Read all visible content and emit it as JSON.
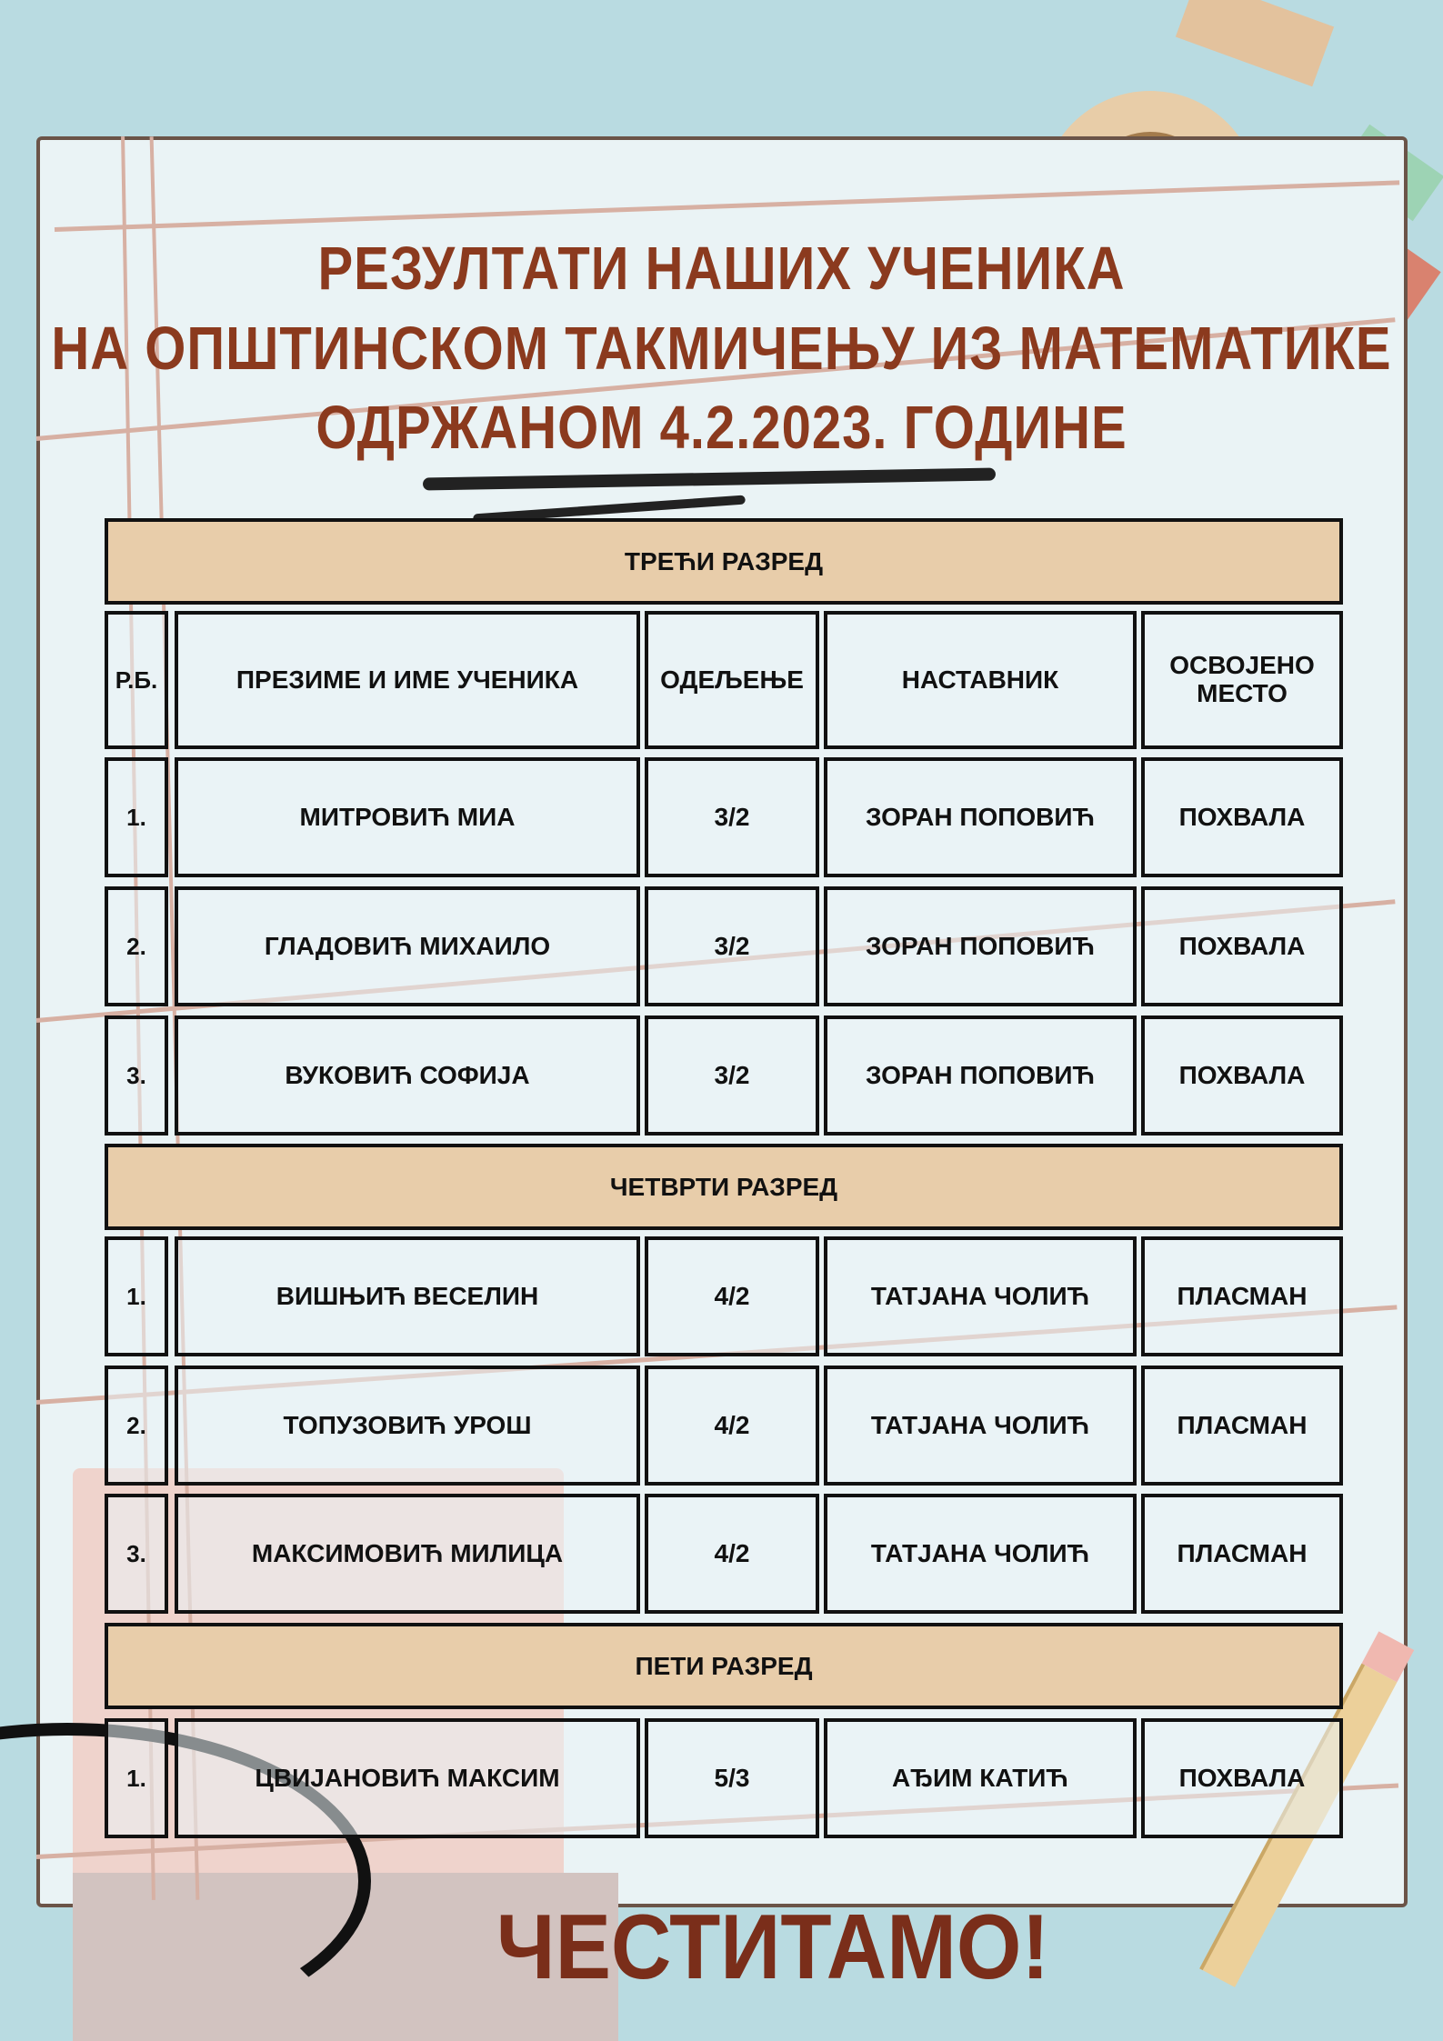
{
  "title": {
    "line1": "РЕЗУЛТАТИ НАШИХ УЧЕНИКА",
    "line2": "НА ОПШТИНСКОМ ТАКМИЧЕЊУ ИЗ МАТЕМАТИКЕ",
    "line3": "ОДРЖАНОМ 4.2.2023. ГОДИНЕ"
  },
  "columns": [
    "Р.Б.",
    "ПРЕЗИМЕ И ИМЕ УЧЕНИКА",
    "ОДЕЉЕЊЕ",
    "НАСТАВНИК",
    "ОСВОЈЕНО МЕСТО"
  ],
  "sections": [
    {
      "label": "ТРЕЋИ РАЗРЕД",
      "rows": [
        [
          "1.",
          "МИТРОВИЋ МИА",
          "3/2",
          "ЗОРАН ПОПОВИЋ",
          "ПОХВАЛА"
        ],
        [
          "2.",
          "ГЛАДОВИЋ МИХАИЛО",
          "3/2",
          "ЗОРАН ПОПОВИЋ",
          "ПОХВАЛА"
        ],
        [
          "3.",
          "ВУКОВИЋ СОФИЈА",
          "3/2",
          "ЗОРАН ПОПОВИЋ",
          "ПОХВАЛА"
        ]
      ]
    },
    {
      "label": "ЧЕТВРТИ РАЗРЕД",
      "rows": [
        [
          "1.",
          "ВИШЊИЋ ВЕСЕЛИН",
          "4/2",
          "ТАТЈАНА ЧОЛИЋ",
          "ПЛАСМАН"
        ],
        [
          "2.",
          "ТОПУЗОВИЋ УРОШ",
          "4/2",
          "ТАТЈАНА ЧОЛИЋ",
          "ПЛАСМАН"
        ],
        [
          "3.",
          "МАКСИМОВИЋ МИЛИЦА",
          "4/2",
          "ТАТЈАНА ЧОЛИЋ",
          "ПЛАСМАН"
        ]
      ]
    },
    {
      "label": "ПЕТИ РАЗРЕД",
      "rows": [
        [
          "1.",
          "ЦВИЈАНОВИЋ МАКСИМ",
          "5/3",
          "АЂИМ КАТИЋ",
          "ПОХВАЛА"
        ]
      ]
    }
  ],
  "footer": "ЧЕСТИТАМО!",
  "colors": {
    "title": "#8b3a1e",
    "section_bg": "#e8cdaa",
    "background": "#b9dbe1",
    "paper": "#eaf3f5"
  }
}
